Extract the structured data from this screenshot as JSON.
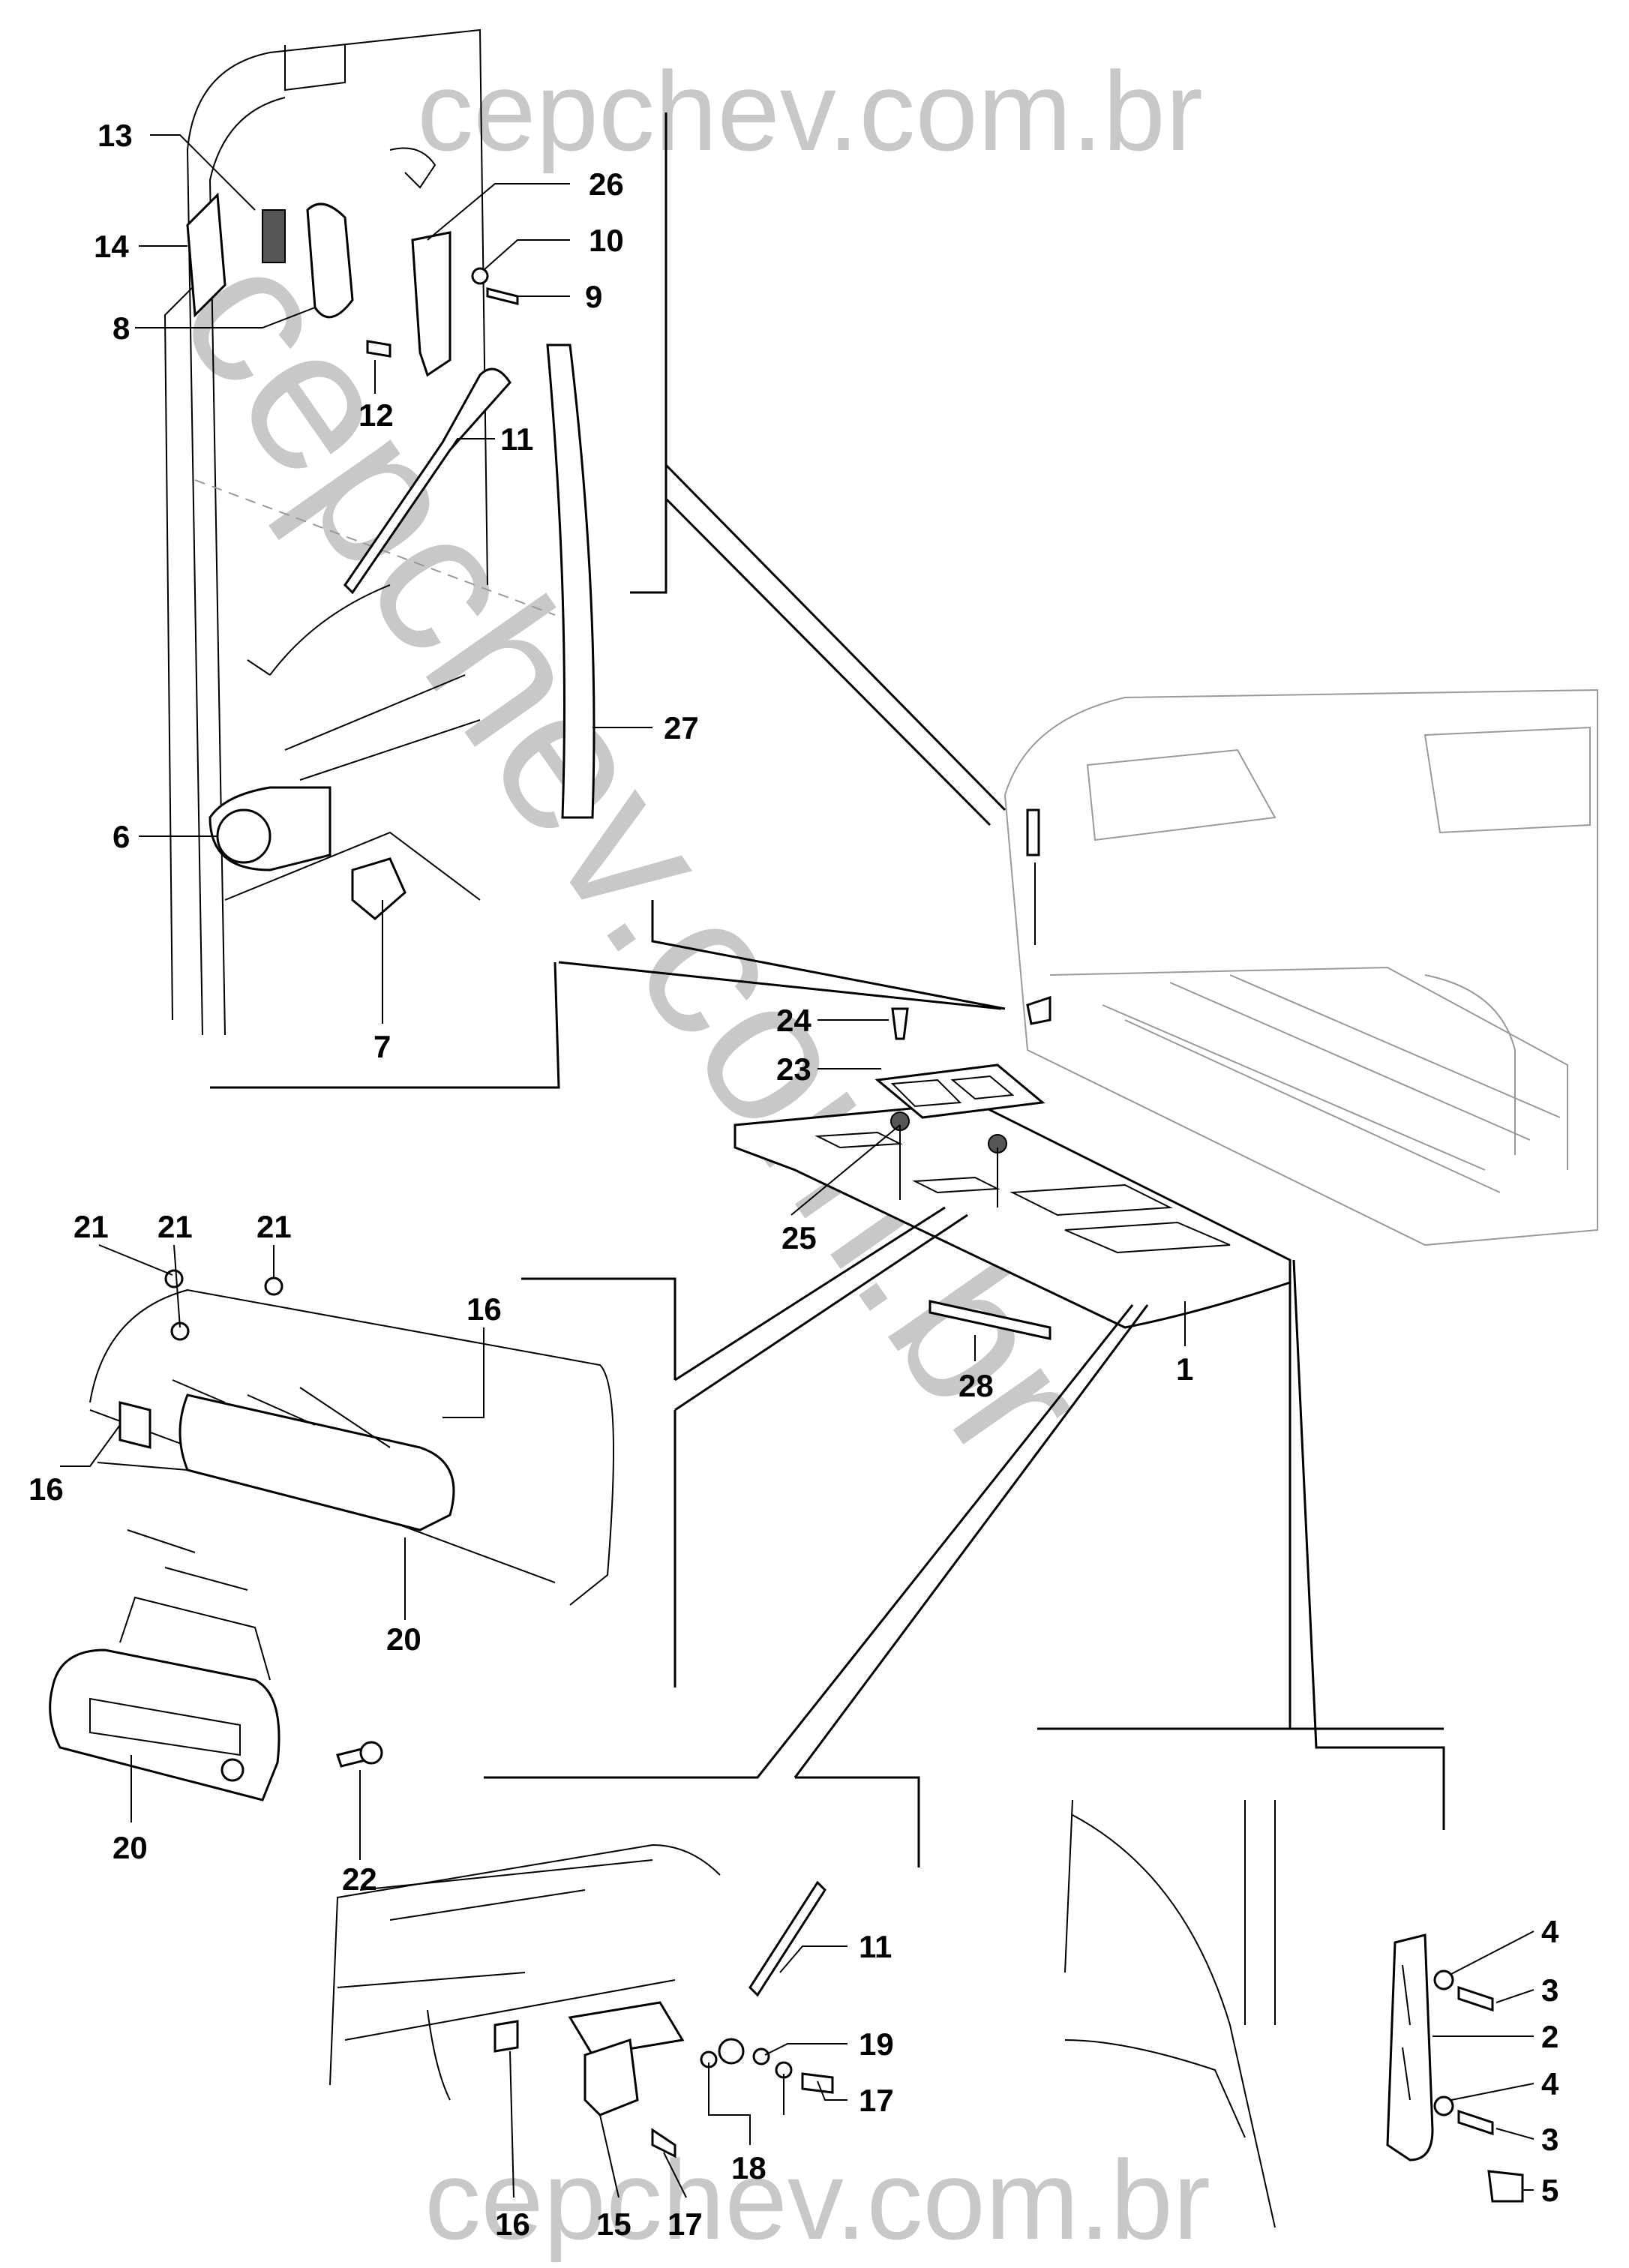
{
  "watermark": {
    "top": "cepchev.com.br",
    "diagonal": "cepchev.com.br",
    "bottom": "cepchev.com.br"
  },
  "callouts": {
    "c1": "1",
    "c2": "2",
    "c3a": "3",
    "c3b": "3",
    "c4a": "4",
    "c4b": "4",
    "c5": "5",
    "c6": "6",
    "c7": "7",
    "c8": "8",
    "c9": "9",
    "c10": "10",
    "c11a": "11",
    "c11b": "11",
    "c12": "12",
    "c13": "13",
    "c14": "14",
    "c15": "15",
    "c16a": "16",
    "c16b": "16",
    "c16c": "16",
    "c17a": "17",
    "c17b": "17",
    "c18": "18",
    "c19": "19",
    "c20a": "20",
    "c20b": "20",
    "c21a": "21",
    "c21b": "21",
    "c21c": "21",
    "c22": "22",
    "c23": "23",
    "c24": "24",
    "c25": "25",
    "c26": "26",
    "c27": "27",
    "c28": "28"
  }
}
